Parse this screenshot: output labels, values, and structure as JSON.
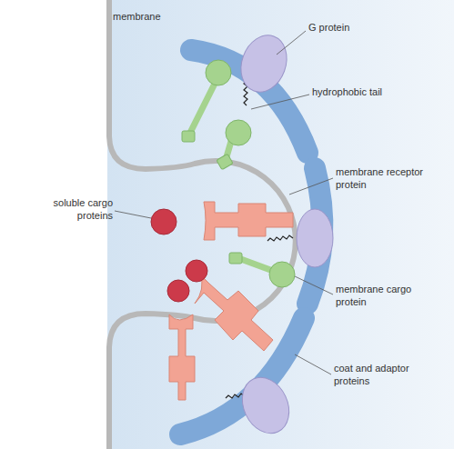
{
  "diagram": {
    "labels": [
      "membrane",
      "G protein",
      "hydrophobic tail",
      "membrane receptor protein",
      "soluble cargo proteins",
      "membrane cargo protein",
      "coat and adaptor proteins"
    ]
  }
}
